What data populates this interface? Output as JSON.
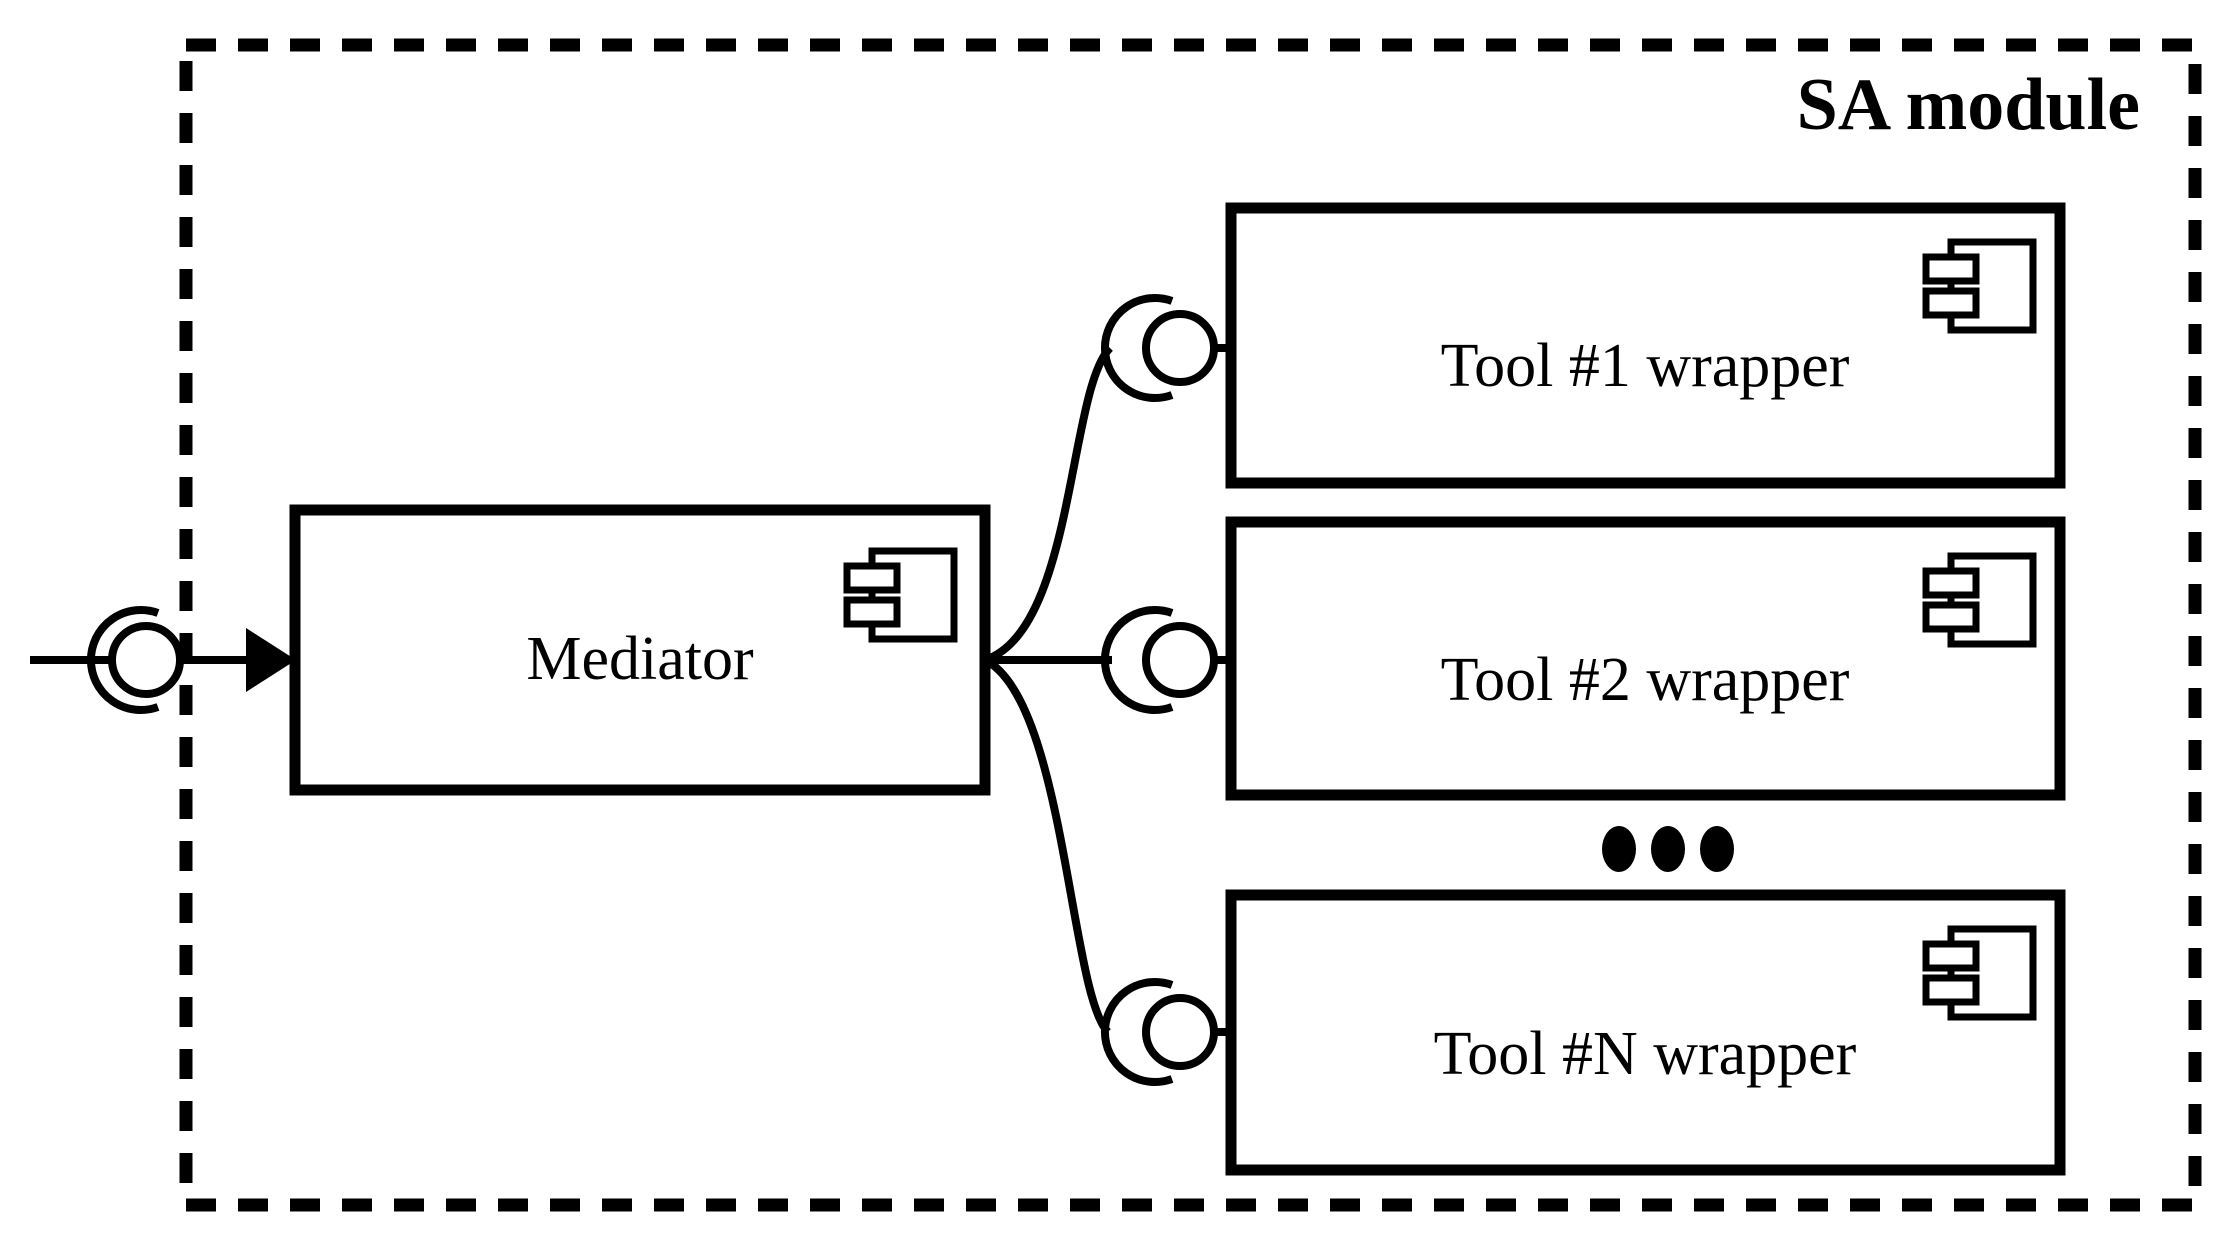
{
  "diagram": {
    "type": "uml-component-diagram",
    "title": "SA module",
    "boundary": {
      "style": "dashed",
      "label": "SA module",
      "label_position": "top-right"
    },
    "components": [
      {
        "id": "mediator",
        "label": "Mediator",
        "icon": "uml-component-icon",
        "icon_position": "top-right"
      },
      {
        "id": "tool-1",
        "label": "Tool #1 wrapper",
        "icon": "uml-component-icon",
        "icon_position": "top-right"
      },
      {
        "id": "tool-2",
        "label": "Tool #2 wrapper",
        "icon": "uml-component-icon",
        "icon_position": "top-right"
      },
      {
        "id": "tool-n",
        "label": "Tool #N wrapper",
        "icon": "uml-component-icon",
        "icon_position": "top-right"
      }
    ],
    "ellipsis": {
      "symbol": "•••",
      "dot_count": 3,
      "meaning": "additional tool wrappers omitted"
    },
    "ports": [
      {
        "id": "external-input-port",
        "kind": "ball-and-socket-assembly-connector",
        "target": "mediator",
        "has_arrow": true,
        "crosses_boundary": true
      },
      {
        "id": "mediator-to-tool-1-port",
        "kind": "ball-and-socket-assembly-connector",
        "source": "mediator",
        "target": "tool-1",
        "has_arrow": false,
        "crosses_boundary": false
      },
      {
        "id": "mediator-to-tool-2-port",
        "kind": "ball-and-socket-assembly-connector",
        "source": "mediator",
        "target": "tool-2",
        "has_arrow": false,
        "crosses_boundary": false
      },
      {
        "id": "mediator-to-tool-n-port",
        "kind": "ball-and-socket-assembly-connector",
        "source": "mediator",
        "target": "tool-n",
        "has_arrow": false,
        "crosses_boundary": false
      }
    ],
    "colors": {
      "stroke": "#000000",
      "fill": "#ffffff",
      "text": "#000000"
    }
  }
}
